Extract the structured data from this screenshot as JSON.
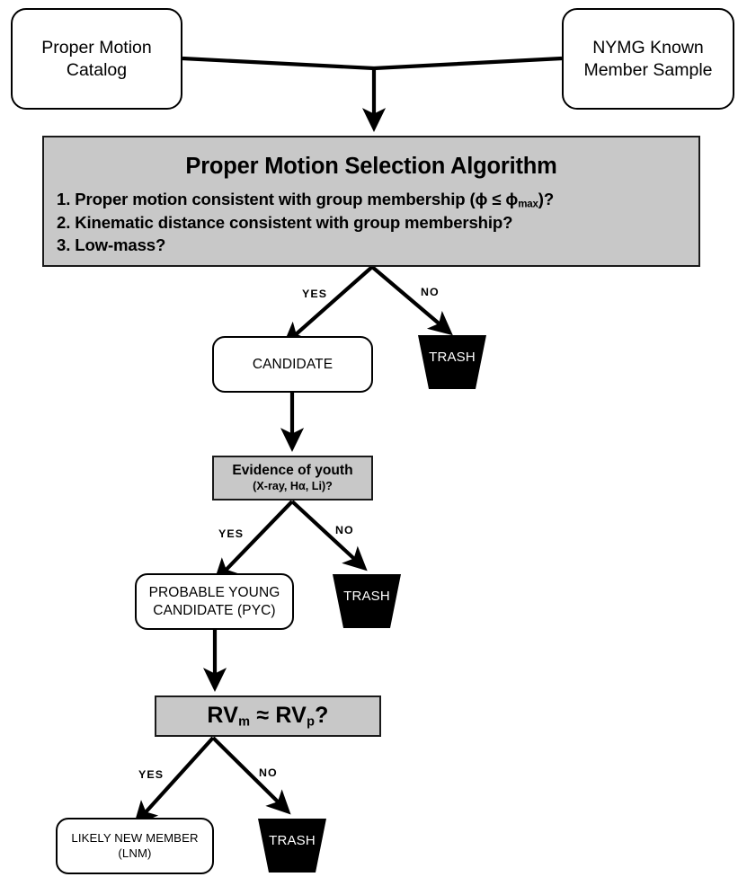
{
  "diagram": {
    "title_hidden": "Proper Motion Selection Flowchart",
    "colors": {
      "decision_fill": "#c8c8c8",
      "stroke": "#000000",
      "trash_fill": "#000000",
      "trash_text": "#ffffff",
      "background": "#ffffff"
    }
  },
  "sources": {
    "left": {
      "line1": "Proper Motion",
      "line2": "Catalog"
    },
    "right": {
      "line1": "NYMG Known",
      "line2": "Member Sample"
    }
  },
  "algorithm": {
    "title": "Proper Motion Selection Algorithm",
    "criteria": [
      {
        "number": "1.",
        "text_before": " Proper motion consistent with group membership (ϕ ≤ ϕ",
        "subscript": "max",
        "text_after": ")?"
      },
      {
        "number": "2.",
        "text_before": " Kinematic distance consistent with group membership?",
        "subscript": "",
        "text_after": ""
      },
      {
        "number": "3.",
        "text_before": " Low-mass?",
        "subscript": "",
        "text_after": ""
      }
    ]
  },
  "decisions": {
    "youth": {
      "main": "Evidence of youth",
      "sub": "(X-ray, Hα, Li)?"
    },
    "rv": {
      "prefix": "RV",
      "sub1": "m",
      "operator": " ≈ RV",
      "sub2": "p",
      "suffix": "?"
    }
  },
  "results": {
    "candidate": "CANDIDATE",
    "pyc_line1": "PROBABLE YOUNG",
    "pyc_line2": "CANDIDATE (PYC)",
    "lnm_line1": "LIKELY NEW MEMBER",
    "lnm_line2": "(LNM)"
  },
  "trash": {
    "label": "TRASH"
  },
  "edge_labels": {
    "yes": "YES",
    "no": "NO"
  }
}
